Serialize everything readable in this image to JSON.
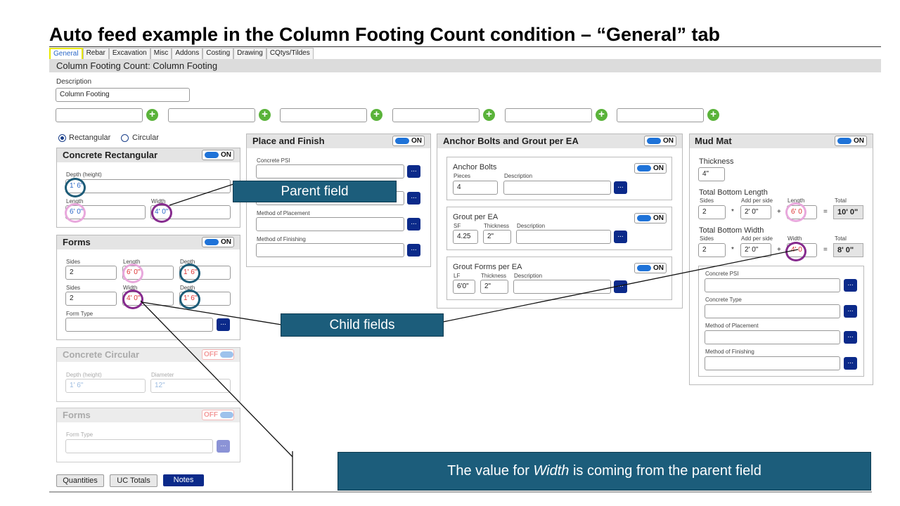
{
  "slide": {
    "title": "Auto feed example in the Column Footing Count condition – “General” tab"
  },
  "tabs": [
    "General",
    "Rebar",
    "Excavation",
    "Misc",
    "Addons",
    "Costing",
    "Drawing",
    "CQtys/Tildes"
  ],
  "header": {
    "title": "Column Footing Count: Column Footing"
  },
  "description": {
    "label": "Description",
    "value": "Column Footing"
  },
  "extra_fields": [
    "",
    "",
    "",
    "",
    "",
    ""
  ],
  "shape": {
    "rectangular": "Rectangular",
    "circular": "Circular",
    "selected": "Rectangular"
  },
  "concrete_rect": {
    "title": "Concrete Rectangular",
    "toggle": "ON",
    "depth_label": "Depth (height)",
    "depth": "1' 6\"",
    "length_label": "Length",
    "length": "6' 0\"",
    "width_label": "Width",
    "width": "4' 0\""
  },
  "forms": {
    "title": "Forms",
    "toggle": "ON",
    "rows": [
      {
        "sides_label": "Sides",
        "sides": "2",
        "dim_label": "Length",
        "dim": "6' 0\"",
        "depth_label": "Depth",
        "depth": "1' 6\""
      },
      {
        "sides_label": "Sides",
        "sides": "2",
        "dim_label": "Width",
        "dim": "4' 0\"",
        "depth_label": "Depth",
        "depth": "1' 6\""
      }
    ],
    "form_type_label": "Form Type",
    "form_type": ""
  },
  "concrete_circ": {
    "title": "Concrete Circular",
    "toggle": "OFF",
    "depth_label": "Depth (height)",
    "depth": "1' 6\"",
    "diameter_label": "Diameter",
    "diameter": "12\""
  },
  "forms_circ": {
    "title": "Forms",
    "toggle": "OFF",
    "form_type_label": "Form Type"
  },
  "place_finish": {
    "title": "Place and Finish",
    "toggle": "ON",
    "concrete_psi_label": "Concrete PSI",
    "method_placement_label": "Method of Placement",
    "method_finishing_label": "Method of Finishing"
  },
  "anchor": {
    "title": "Anchor Bolts and Grout per EA",
    "toggle": "ON",
    "bolts": {
      "title": "Anchor Bolts",
      "toggle": "ON",
      "pieces_label": "Pieces",
      "pieces": "4",
      "desc_label": "Description"
    },
    "grout": {
      "title": "Grout per EA",
      "toggle": "ON",
      "sf_label": "SF",
      "sf": "4.25",
      "thickness_label": "Thickness",
      "thickness": "2\"",
      "desc_label": "Description"
    },
    "grout_forms": {
      "title": "Grout Forms per EA",
      "toggle": "ON",
      "lf_label": "LF",
      "lf": "6'0\"",
      "thickness_label": "Thickness",
      "thickness": "2\"",
      "desc_label": "Description"
    }
  },
  "mud_mat": {
    "title": "Mud Mat",
    "toggle": "ON",
    "thickness_label": "Thickness",
    "thickness": "4\"",
    "tbl": {
      "title": "Total Bottom Length",
      "sides_label": "Sides",
      "sides": "2",
      "add_label": "Add per side",
      "add": "2' 0\"",
      "dim_label": "Length",
      "dim": "6' 0",
      "total_label": "Total",
      "total": "10' 0\""
    },
    "tbw": {
      "title": "Total Bottom Width",
      "sides_label": "Sides",
      "sides": "2",
      "add_label": "Add per side",
      "add": "2' 0\"",
      "dim_label": "Width",
      "dim": "4' 0",
      "total_label": "Total",
      "total": "8' 0\""
    },
    "ops": {
      "mult": "*",
      "plus": "+",
      "eq": "="
    },
    "concrete_psi_label": "Concrete PSI",
    "concrete_type_label": "Concrete Type",
    "method_placement_label": "Method of Placement",
    "method_finishing_label": "Method of Finishing"
  },
  "buttons": {
    "quantities": "Quantities",
    "uc_totals": "UC Totals",
    "notes": "Notes",
    "dots": "..."
  },
  "callouts": {
    "parent": "Parent field",
    "child": "Child fields",
    "note_prefix": "The value for ",
    "note_em": "Width",
    "note_suffix": " is coming from the parent field"
  },
  "colors": {
    "callout": "#1c5d7b",
    "ring_blue": "#1d5c78",
    "ring_pink": "#e8a8dc",
    "ring_purple": "#862b8e",
    "navy": "#0b2a8a"
  }
}
